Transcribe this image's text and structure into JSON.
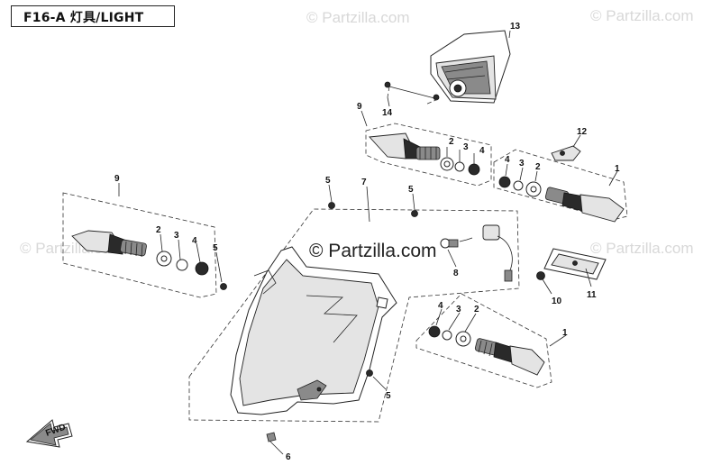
{
  "header": {
    "title": "F16-A 灯具/LIGHT"
  },
  "watermarks": {
    "top_center": "© Partzilla.com",
    "top_right": "© Partzilla.com",
    "left": "© Partzilla.com",
    "right": "© Partzilla.com",
    "center": "© Partzilla.com"
  },
  "callouts": {
    "c13": "13",
    "c14": "14",
    "c9a": "9",
    "c2a": "2",
    "c3a": "3",
    "c4a": "4",
    "c12": "12",
    "c1a": "1",
    "c4b": "4",
    "c3b": "3",
    "c2b": "2",
    "c9b": "9",
    "c5a": "5",
    "c7": "7",
    "c5b": "5",
    "c2c": "2",
    "c3c": "3",
    "c4c": "4",
    "c5c": "5",
    "c8": "8",
    "c10": "10",
    "c11": "11",
    "c4d": "4",
    "c3d": "3",
    "c2d": "2",
    "c1b": "1",
    "c5d": "5",
    "c6": "6"
  },
  "fwd_label": "FWD"
}
